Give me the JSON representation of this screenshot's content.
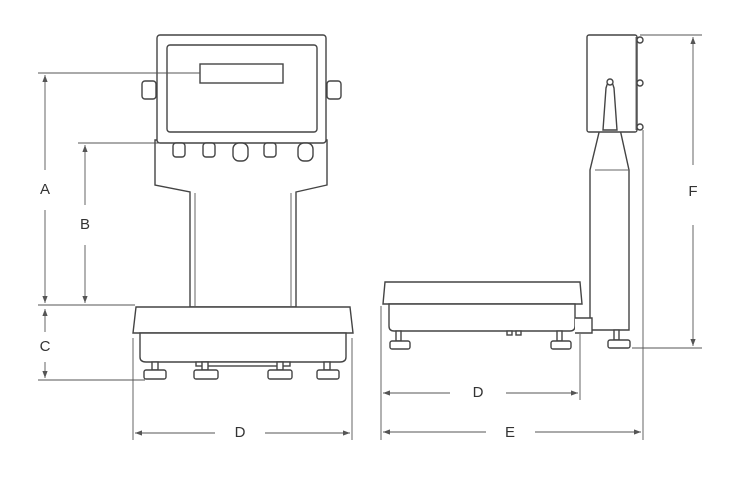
{
  "labels": {
    "A": "A",
    "B": "B",
    "C": "C",
    "D_front": "D",
    "D_side": "D",
    "E": "E",
    "F": "F"
  },
  "colors": {
    "line": "#444444",
    "dimension": "#555555",
    "background": "#ffffff"
  }
}
